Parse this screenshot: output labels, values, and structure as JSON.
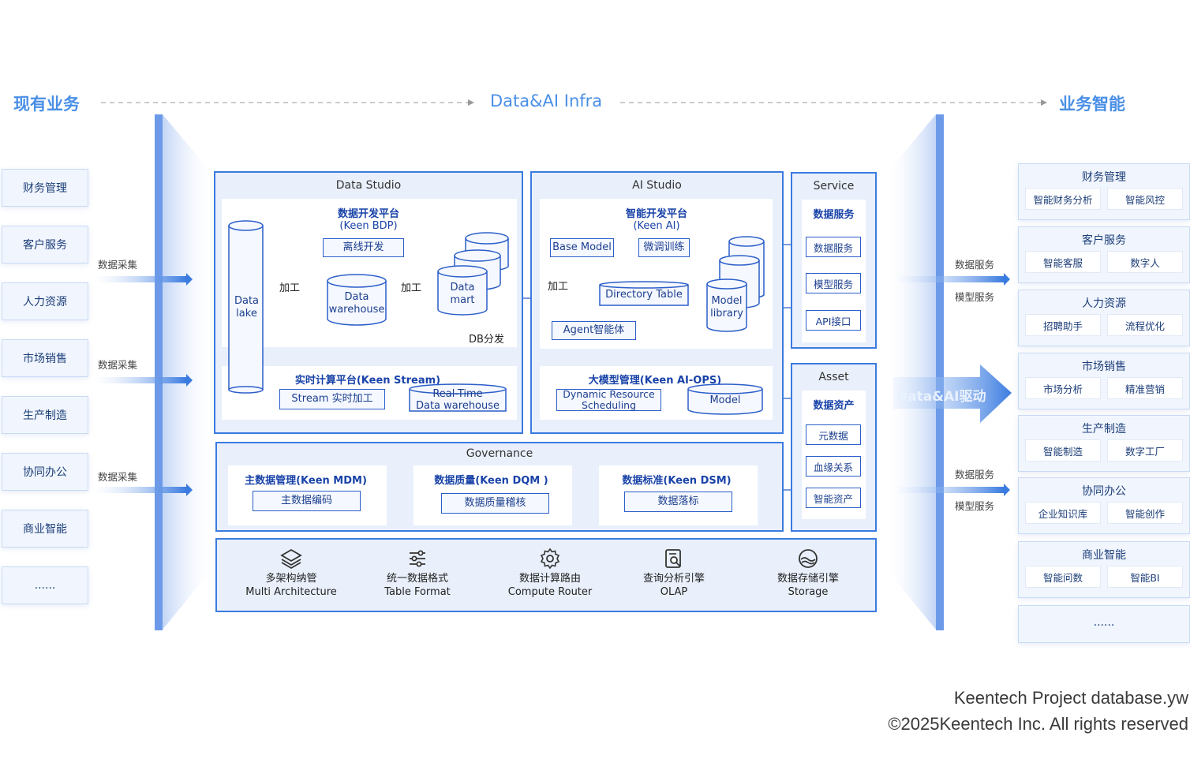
{
  "header": {
    "left": "现有业务",
    "center": "Data&AI Infra",
    "right": "业务智能"
  },
  "left_items": [
    "财务管理",
    "客户服务",
    "人力资源",
    "市场销售",
    "生产制造",
    "协同办公",
    "商业智能",
    "......"
  ],
  "left_flow_labels": [
    "数据采集",
    "数据采集",
    "数据采集"
  ],
  "data_studio": {
    "title": "Data Studio",
    "dev_platform": "数据开发平台",
    "dev_platform_sub": "(Keen BDP)",
    "offline_dev": "离线开发",
    "data_lake": "Data\nlake",
    "process1": "加工",
    "process2": "加工",
    "data_warehouse": "Data\nwarehouse",
    "data_mart": "Data\nmart",
    "db_dist": "DB分发",
    "stream_platform": "实时计算平台(Keen Stream)",
    "stream_process": "Stream 实时加工",
    "realtime_dw": "Real-Time\nData warehouse"
  },
  "ai_studio": {
    "title": "AI Studio",
    "dev_platform": "智能开发平台",
    "dev_platform_sub": "(Keen AI)",
    "base_model": "Base Model",
    "finetune": "微调训练",
    "process": "加工",
    "directory_table": "Directory Table",
    "model_library": "Model\nlibrary",
    "agent": "Agent智能体",
    "llm_mgmt": "大模型管理(Keen AI-OPS)",
    "dynamic": "Dynamic Resource\nScheduling",
    "model": "Model"
  },
  "service": {
    "title": "Service",
    "subtitle": "数据服务",
    "items": [
      "数据服务",
      "模型服务",
      "API接口"
    ]
  },
  "asset": {
    "title": "Asset",
    "subtitle": "数据资产",
    "items": [
      "元数据",
      "血缘关系",
      "智能资产"
    ]
  },
  "governance": {
    "title": "Governance",
    "blocks": [
      {
        "title": "主数据管理(Keen MDM)",
        "item": "主数据编码"
      },
      {
        "title": "数据质量(Keen DQM )",
        "item": "数据质量稽核"
      },
      {
        "title": "数据标准(Keen DSM)",
        "item": "数据落标"
      }
    ]
  },
  "foundation": [
    {
      "icon": "layers-icon",
      "zh": "多架构纳管",
      "en": "Multi Architecture"
    },
    {
      "icon": "sliders-icon",
      "zh": "统一数据格式",
      "en": "Table Format"
    },
    {
      "icon": "gear-icon",
      "zh": "数据计算路由",
      "en": "Compute Router"
    },
    {
      "icon": "report-search-icon",
      "zh": "查询分析引擎",
      "en": "OLAP"
    },
    {
      "icon": "storage-icon",
      "zh": "数据存储引擎",
      "en": "Storage"
    }
  ],
  "right_flow_labels": [
    "数据服务",
    "模型服务",
    "数据服务",
    "模型服务"
  ],
  "big_arrow": "Data&AI驱动",
  "right_cards": [
    {
      "title": "财务管理",
      "items": [
        "智能财务分析",
        "智能风控"
      ]
    },
    {
      "title": "客户服务",
      "items": [
        "智能客服",
        "数字人"
      ]
    },
    {
      "title": "人力资源",
      "items": [
        "招聘助手",
        "流程优化"
      ]
    },
    {
      "title": "市场销售",
      "items": [
        "市场分析",
        "精准营销"
      ]
    },
    {
      "title": "生产制造",
      "items": [
        "智能制造",
        "数字工厂"
      ]
    },
    {
      "title": "协同办公",
      "items": [
        "企业知识库",
        "智能创作"
      ]
    },
    {
      "title": "商业智能",
      "items": [
        "智能问数",
        "智能BI"
      ]
    }
  ],
  "right_more": "......",
  "footer": {
    "line1": "Keentech Project database.yw",
    "line2": "©2025Keentech Inc. All rights reserved"
  },
  "colors": {
    "accent": "#3a7be0",
    "header": "#4a8fe6",
    "text_dark": "#1c3f8f"
  }
}
